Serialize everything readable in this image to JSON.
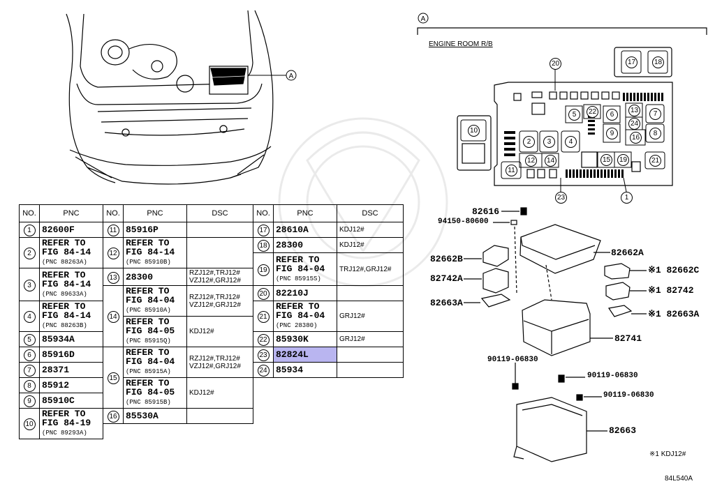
{
  "callout_letter": "A",
  "section_title": "ENGINE ROOM R/B",
  "table": {
    "headers": [
      "NO.",
      "PNC",
      "DSC"
    ],
    "col1": [
      {
        "no": "1",
        "lines": [
          "82600F"
        ],
        "sub": ""
      },
      {
        "no": "2",
        "lines": [
          "REFER TO",
          "FIG 84-14"
        ],
        "sub": "(PNC 88263A)"
      },
      {
        "no": "3",
        "lines": [
          "REFER TO",
          "FIG 84-14"
        ],
        "sub": "(PNC 89633A)"
      },
      {
        "no": "4",
        "lines": [
          "REFER TO",
          "FIG 84-14"
        ],
        "sub": "(PNC 88263B)"
      },
      {
        "no": "5",
        "lines": [
          "85934A"
        ],
        "sub": ""
      },
      {
        "no": "6",
        "lines": [
          "85916D"
        ],
        "sub": ""
      },
      {
        "no": "7",
        "lines": [
          "28371"
        ],
        "sub": ""
      },
      {
        "no": "8",
        "lines": [
          "85912"
        ],
        "sub": ""
      },
      {
        "no": "9",
        "lines": [
          "85910C"
        ],
        "sub": ""
      },
      {
        "no": "10",
        "lines": [
          "REFER TO",
          "FIG 84-19"
        ],
        "sub": "(PNC 89293A)"
      }
    ],
    "col2": [
      {
        "no": "11",
        "pnc": "85916P",
        "dsc": ""
      },
      {
        "no": "12",
        "pnc_lines": [
          "REFER TO",
          "FIG 84-14"
        ],
        "sub": "(PNC 85910B)",
        "dsc": ""
      },
      {
        "no": "13",
        "pnc": "28300",
        "dsc": "RZJ12#,TRJ12# VZJ12#,GRJ12#"
      },
      {
        "no": "14",
        "a_lines": [
          "REFER TO",
          "FIG 84-04"
        ],
        "a_sub": "(PNC 85910A)",
        "a_dsc": "RZJ12#,TRJ12# VZJ12#,GRJ12#",
        "b_lines": [
          "REFER TO",
          "FIG 84-05"
        ],
        "b_sub": "(PNC 85915Q)",
        "b_dsc": "KDJ12#"
      },
      {
        "no": "15",
        "a_lines": [
          "REFER TO",
          "FIG 84-04"
        ],
        "a_sub": "(PNC 85915A)",
        "a_dsc": "RZJ12#,TRJ12# VZJ12#,GRJ12#",
        "b_lines": [
          "REFER TO",
          "FIG 84-05"
        ],
        "b_sub": "(PNC 85915B)",
        "b_dsc": "KDJ12#"
      },
      {
        "no": "16",
        "pnc": "85530A",
        "dsc": ""
      }
    ],
    "col3": [
      {
        "no": "17",
        "pnc": "28610A",
        "dsc": "KDJ12#"
      },
      {
        "no": "18",
        "pnc": "28300",
        "dsc": "KDJ12#"
      },
      {
        "no": "19",
        "pnc_lines": [
          "REFER TO",
          "FIG 84-04"
        ],
        "sub": "(PNC 85915S)",
        "dsc": "TRJ12#,GRJ12#"
      },
      {
        "no": "20",
        "pnc": "82210J",
        "dsc": ""
      },
      {
        "no": "21",
        "pnc_lines": [
          "REFER TO",
          "FIG 84-04"
        ],
        "sub": "(PNC 28380)",
        "dsc": "GRJ12#"
      },
      {
        "no": "22",
        "pnc": "85930K",
        "dsc": "GRJ12#"
      },
      {
        "no": "23",
        "pnc": "82824L",
        "dsc": "",
        "highlight": true
      },
      {
        "no": "24",
        "pnc": "85934",
        "dsc": ""
      }
    ]
  },
  "relay_box_numbers": [
    "1",
    "2",
    "3",
    "4",
    "5",
    "6",
    "7",
    "8",
    "9",
    "10",
    "11",
    "12",
    "13",
    "14",
    "15",
    "16",
    "17",
    "18",
    "19",
    "20",
    "21",
    "22",
    "23",
    "24"
  ],
  "parts": {
    "p82616": "82616",
    "p94150": "94150-80600",
    "p82662A": "82662A",
    "p82662B": "82662B",
    "p82742A": "82742A",
    "p82663A_left": "82663A",
    "p82662C": "※1 82662C",
    "p82742": "※1 82742",
    "p82663A_right": "※1 82663A",
    "p82741": "82741",
    "p90119_a": "90119-06830",
    "p90119_b": "90119-06830",
    "p90119_c": "90119-06830",
    "p82663": "82663"
  },
  "footnote": "※1 KDJ12#",
  "figure_code": "84L540A"
}
